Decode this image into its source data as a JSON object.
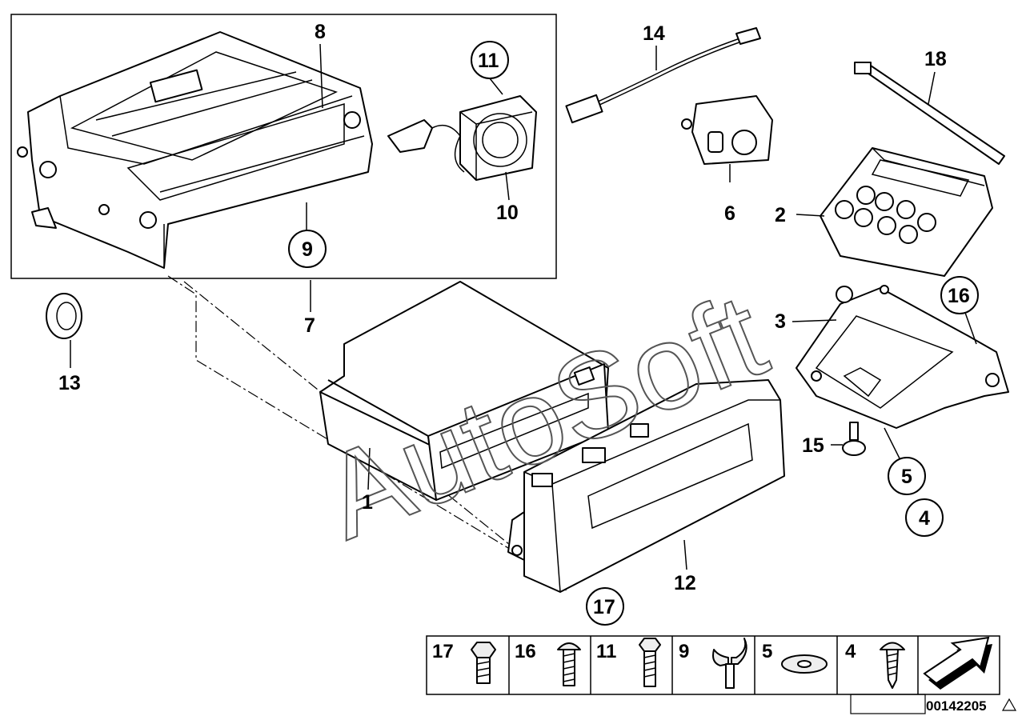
{
  "callouts": {
    "c1": "1",
    "c2": "2",
    "c3": "3",
    "c4": "4",
    "c5": "5",
    "c6": "6",
    "c7": "7",
    "c8": "8",
    "c9": "9",
    "c10": "10",
    "c11": "11",
    "c12": "12",
    "c13": "13",
    "c14": "14",
    "c15": "15",
    "c16": "16",
    "c17": "17",
    "c18": "18"
  },
  "legend": {
    "cells": [
      {
        "label": "17",
        "icon": "hex-bolt-icon"
      },
      {
        "label": "16",
        "icon": "pan-screw-icon"
      },
      {
        "label": "11",
        "icon": "hex-screw-icon"
      },
      {
        "label": "9",
        "icon": "wing-screw-icon"
      },
      {
        "label": "5",
        "icon": "washer-icon"
      },
      {
        "label": "4",
        "icon": "tapping-screw-icon"
      },
      {
        "label": "",
        "icon": "arrow-icon"
      }
    ]
  },
  "watermark": "AutoSoft",
  "diagram_code": "00142205",
  "colors": {
    "line": "#000000",
    "background": "#ffffff",
    "watermark": "#555555"
  }
}
